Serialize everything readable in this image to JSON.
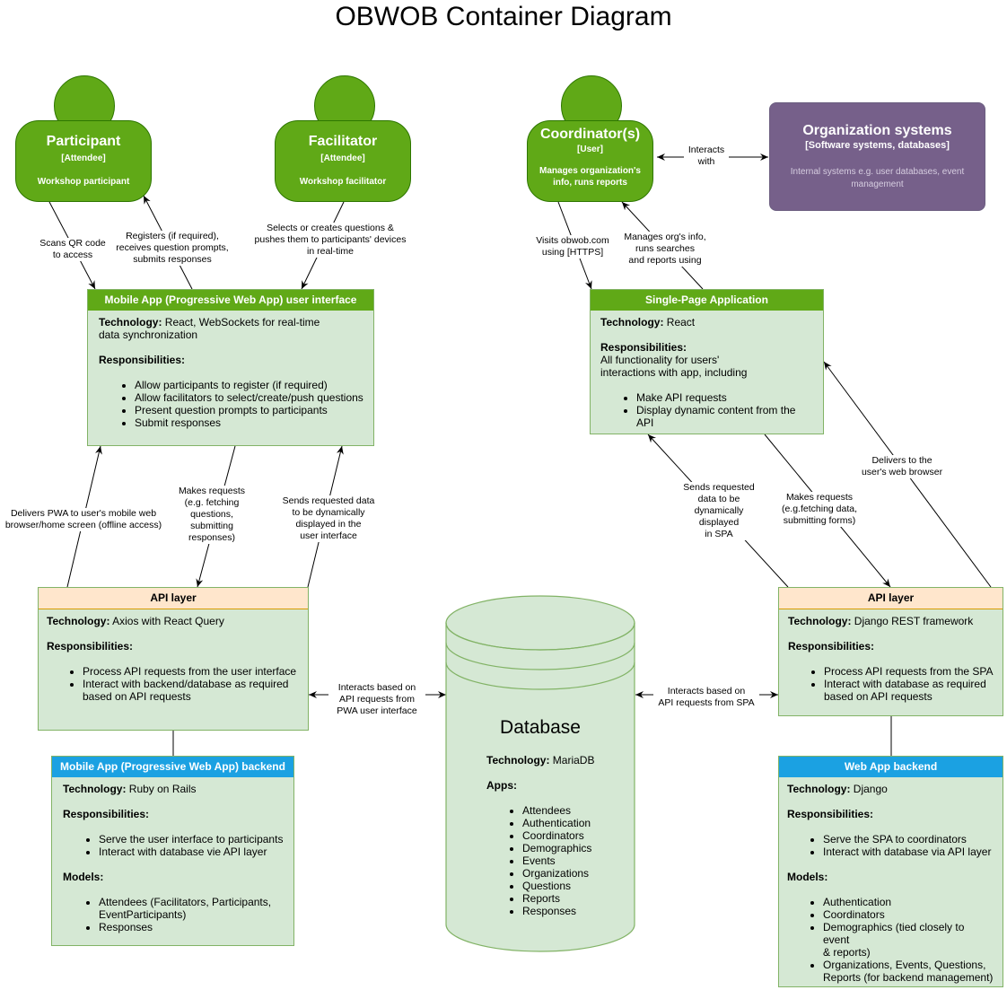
{
  "title": "OBWOB Container Diagram",
  "people": {
    "participant": {
      "name": "Participant",
      "type": "[Attendee]",
      "desc": "Workshop participant"
    },
    "facilitator": {
      "name": "Facilitator",
      "type": "[Attendee]",
      "desc": "Workshop facilitator"
    },
    "coordinator": {
      "name": "Coordinator(s)",
      "type": "[User]",
      "desc": "Manages organization's info, runs reports"
    }
  },
  "org_systems": {
    "name": "Organization systems",
    "type": "[Software systems, databases]",
    "desc": "Internal systems e.g. user databases, event management"
  },
  "mobile_ui": {
    "header": "Mobile App (Progressive Web App) user interface",
    "tech_label": "Technology:",
    "tech": " React, WebSockets for real-time",
    "tech2": "data synchronization",
    "resp_label": "Responsibilities:",
    "items": [
      "Allow participants to register (if required)",
      "Allow facilitators to select/create/push questions",
      "Present question prompts to participants",
      "Submit responses"
    ]
  },
  "spa": {
    "header": "Single-Page Application",
    "tech_label": "Technology:",
    "tech": " React",
    "resp_label": "Responsibilities:",
    "resp_text1": "All functionality for users'",
    "resp_text2": "interactions with app, including",
    "items": [
      "Make API requests",
      "Display dynamic content from the API"
    ]
  },
  "api_left": {
    "header": "API layer",
    "tech_label": "Technology:",
    "tech": " Axios with React Query",
    "resp_label": "Responsibilities:",
    "items": [
      "Process API requests from the user interface",
      "Interact with backend/database as required",
      "based on API requests"
    ]
  },
  "api_right": {
    "header": "API layer",
    "tech_label": "Technology:",
    "tech": " Django REST framework",
    "resp_label": "Responsibilities:",
    "items": [
      "Process API requests from the SPA",
      "Interact with database as required",
      "based on API requests"
    ]
  },
  "mobile_backend": {
    "header": "Mobile App (Progressive Web App) backend",
    "tech_label": "Technology:",
    "tech": " Ruby on Rails",
    "resp_label": "Responsibilities:",
    "items": [
      "Serve the user interface to participants",
      "Interact with database vie API layer"
    ],
    "models_label": "Models:",
    "models": [
      "Attendees (Facilitators, Participants,",
      "EventParticipants)",
      "Responses"
    ]
  },
  "web_backend": {
    "header": "Web App backend",
    "tech_label": "Technology:",
    "tech": " Django",
    "resp_label": "Responsibilities:",
    "items": [
      "Serve the SPA to coordinators",
      "Interact with database via  API layer"
    ],
    "models_label": "Models:",
    "models": [
      "Authentication",
      "Coordinators",
      "Demographics (tied closely to event",
      "& reports)",
      "Organizations, Events, Questions,",
      "Reports (for backend management)"
    ]
  },
  "database": {
    "title": "Database",
    "tech_label": "Technology:",
    "tech": " MariaDB",
    "apps_label": "Apps:",
    "apps": [
      "Attendees",
      "Authentication",
      "Coordinators",
      "Demographics",
      "Events",
      "Organizations",
      "Questions",
      "Reports",
      "Responses"
    ]
  },
  "labels": {
    "scans": [
      "Scans QR code",
      "to access"
    ],
    "registers": [
      "Registers (if required),",
      "receives question prompts,",
      "submits responses"
    ],
    "selects": [
      "Selects or creates questions &",
      "pushes them to participants' devices",
      "in real-time"
    ],
    "interacts_with": [
      "Interacts",
      "with"
    ],
    "visits": [
      "Visits obwob.com",
      "using [HTTPS]"
    ],
    "manages": [
      "Manages org's info,",
      "runs searches",
      "and reports using"
    ],
    "delivers_pwa": [
      "Delivers PWA to user's mobile web",
      "browser/home screen (offline access)"
    ],
    "makes_left": [
      "Makes requests",
      "(e.g. fetching",
      "questions,",
      "submitting",
      "responses)"
    ],
    "sends_left": [
      "Sends requested data",
      "to be dynamically",
      "displayed in the",
      "user interface"
    ],
    "sends_right": [
      "Sends requested",
      "data to be",
      "dynamically",
      "displayed",
      "in SPA"
    ],
    "makes_right": [
      "Makes requests",
      "(e.g.fetching data,",
      "submitting forms)"
    ],
    "delivers_right": [
      "Delivers to the",
      "user's web browser"
    ],
    "db_left": [
      "Interacts based on",
      "API requests from",
      "PWA user interface"
    ],
    "db_right": [
      "Interacts based on",
      "API requests from SPA"
    ]
  }
}
